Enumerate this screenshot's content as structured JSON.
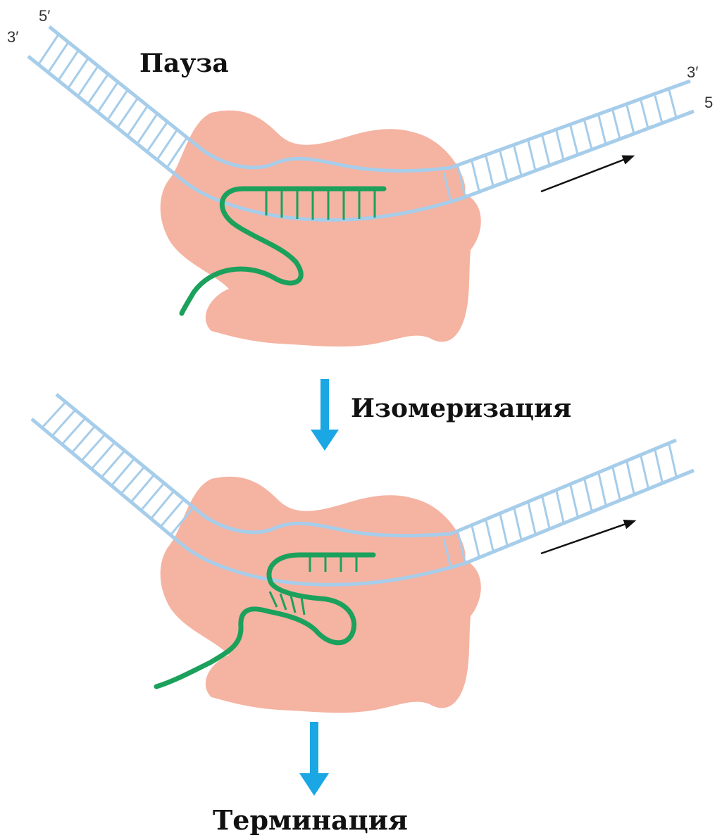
{
  "diagram": {
    "stage1": {
      "label": "Пауза",
      "left_top_end": "5′",
      "left_bottom_end": "3′",
      "right_top_end": "3′",
      "right_bottom_end": "5"
    },
    "step1_label": "Изомеризация",
    "step2_label": "Терминация"
  },
  "colors": {
    "polymerase": "#F5B3A2",
    "dna": "#A6CDEA",
    "rna": "#1BA15C",
    "step_arrow": "#1AA7E4",
    "direction_arrow": "#111111"
  }
}
